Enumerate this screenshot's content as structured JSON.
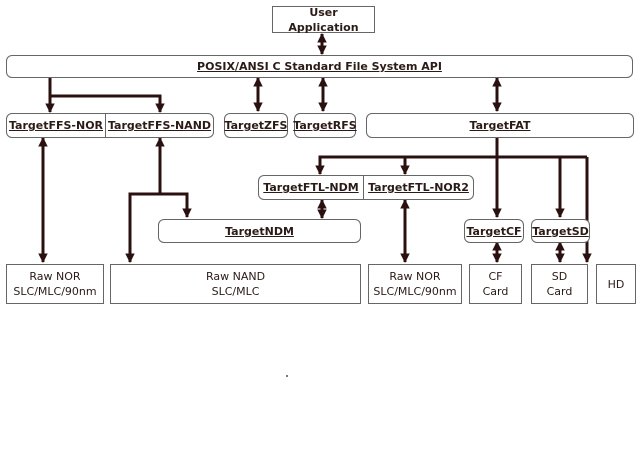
{
  "diagram": {
    "user_app": "User Application",
    "api": "POSIX/ANSI C Standard File System API",
    "ffs_nor": "TargetFFS-NOR",
    "ffs_nand": "TargetFFS-NAND",
    "zfs": "TargetZFS",
    "rfs": "TargetRFS",
    "fat": "TargetFAT",
    "ftl_ndm": "TargetFTL-NDM",
    "ftl_nor2": "TargetFTL-NOR2",
    "ndm": "TargetNDM",
    "cf": "TargetCF",
    "sd": "TargetSD",
    "raw_nor_left": [
      "Raw NOR",
      "SLC/MLC/90nm"
    ],
    "raw_nand": [
      "Raw NAND",
      "SLC/MLC"
    ],
    "raw_nor_right": [
      "Raw NOR",
      "SLC/MLC/90nm"
    ],
    "cf_card": [
      "CF",
      "Card"
    ],
    "sd_card": [
      "SD",
      "Card"
    ],
    "hd": "HD"
  }
}
